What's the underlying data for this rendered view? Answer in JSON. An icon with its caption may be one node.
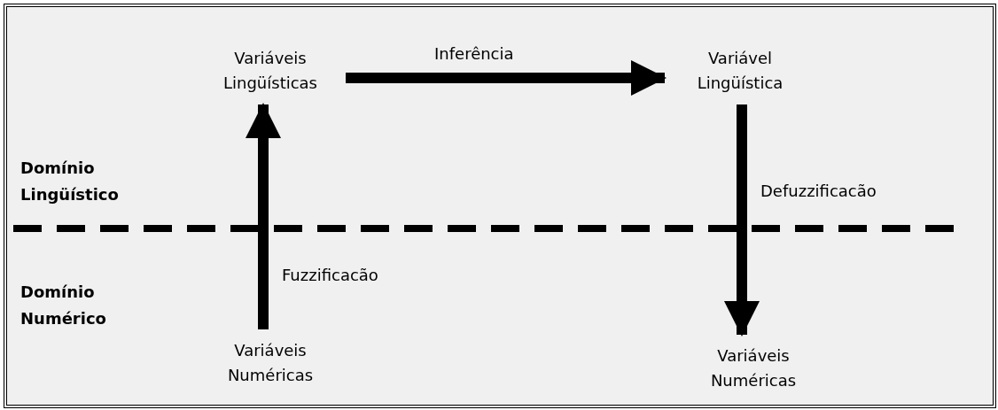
{
  "diagram": {
    "nodes": [
      {
        "text": [
          "Variáveis Lingüísticas"
        ]
      },
      {
        "text": [
          "Variável Lingüística"
        ]
      },
      {
        "text": [
          "Variáveis Numéricas"
        ]
      },
      {
        "text": [
          "Variáveis Numéricas"
        ]
      }
    ],
    "edges": [
      {
        "from": 0,
        "to": 1,
        "arrow": "to",
        "label": "Inferência"
      },
      {
        "from": 2,
        "to": 0,
        "arrow": "to",
        "label": "Fuzzificacão"
      },
      {
        "from": 1,
        "to": 3,
        "arrow": "to",
        "label": "Defuzzificacão"
      }
    ],
    "labels": [
      "Domínio Lingüístico",
      "Domínio Numérico"
    ]
  }
}
